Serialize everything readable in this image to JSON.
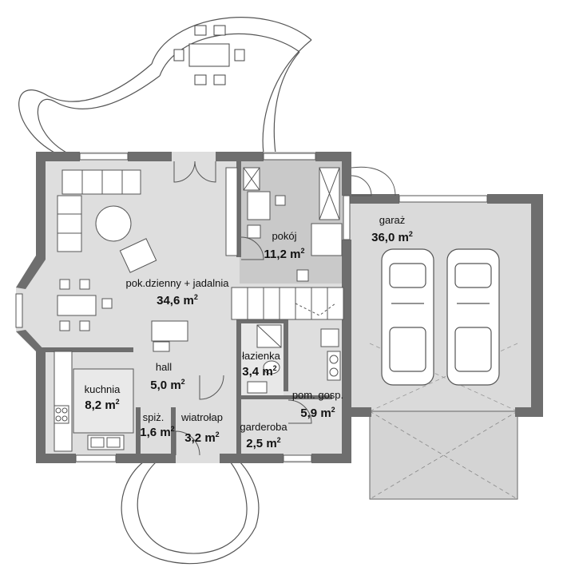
{
  "rooms": [
    {
      "id": "living",
      "name": "pok.dzienny + jadalnia",
      "area": "34,6",
      "unit": "m",
      "exp": "2"
    },
    {
      "id": "room",
      "name": "pokój",
      "area": "11,2",
      "unit": "m",
      "exp": "2"
    },
    {
      "id": "garage",
      "name": "garaż",
      "area": "36,0",
      "unit": "m",
      "exp": "2"
    },
    {
      "id": "bath",
      "name": "łazienka",
      "area": "3,4",
      "unit": "m",
      "exp": "2"
    },
    {
      "id": "hall",
      "name": "hall",
      "area": "5,0",
      "unit": "m",
      "exp": "2"
    },
    {
      "id": "kitchen",
      "name": "kuchnia",
      "area": "8,2",
      "unit": "m",
      "exp": "2"
    },
    {
      "id": "utility",
      "name": "pom. gosp.",
      "area": "5,9",
      "unit": "m",
      "exp": "2"
    },
    {
      "id": "pantry",
      "name": "spiż.",
      "area": "1,6",
      "unit": "m",
      "exp": "2"
    },
    {
      "id": "vest",
      "name": "wiatrołap",
      "area": "3,2",
      "unit": "m",
      "exp": "2"
    },
    {
      "id": "ward",
      "name": "garderoba",
      "area": "2,5",
      "unit": "m",
      "exp": "2"
    }
  ],
  "colors": {
    "wall": "#6e6e6e",
    "floor": "#dedede",
    "room_floor": "#c9c9c9",
    "garage_floor": "#dadada",
    "line": "#555555"
  }
}
